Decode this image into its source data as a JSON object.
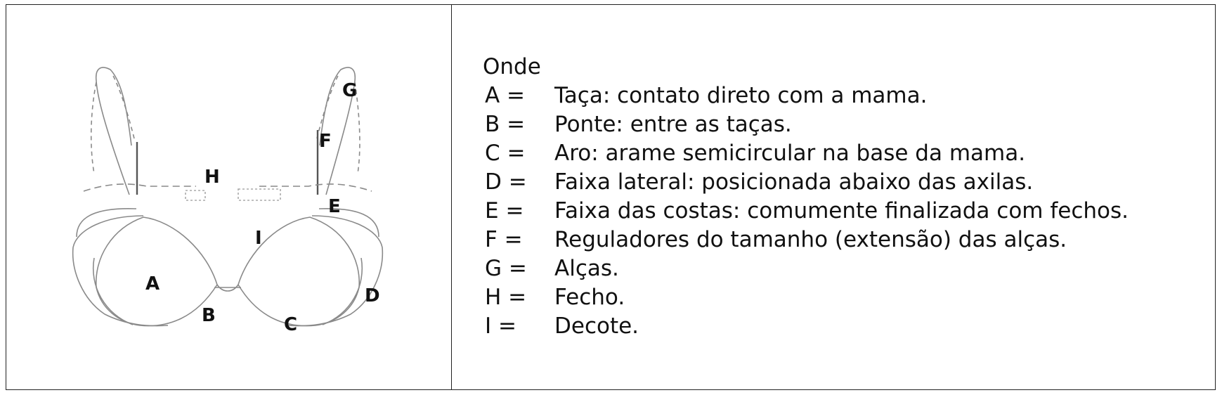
{
  "diagram": {
    "labels": {
      "A": "A",
      "B": "B",
      "C": "C",
      "D": "D",
      "E": "E",
      "F": "F",
      "G": "G",
      "H": "H",
      "I": "I"
    }
  },
  "legend": {
    "heading": "Onde",
    "items": [
      {
        "key": "A =",
        "text": "Taça: contato direto com a mama."
      },
      {
        "key": "B =",
        "text": "Ponte: entre as taças."
      },
      {
        "key": "C =",
        "text": "Aro: arame semicircular na base da mama."
      },
      {
        "key": "D =",
        "text": "Faixa lateral: posicionada abaixo das axilas."
      },
      {
        "key": "E =",
        "text": "Faixa das costas: comumente finalizada com fechos."
      },
      {
        "key": "F =",
        "text": "Reguladores do tamanho (extensão) das alças."
      },
      {
        "key": "G =",
        "text": "Alças."
      },
      {
        "key": "H =",
        "text": "Fecho."
      },
      {
        "key": "I =",
        "text": "Decote."
      }
    ]
  }
}
